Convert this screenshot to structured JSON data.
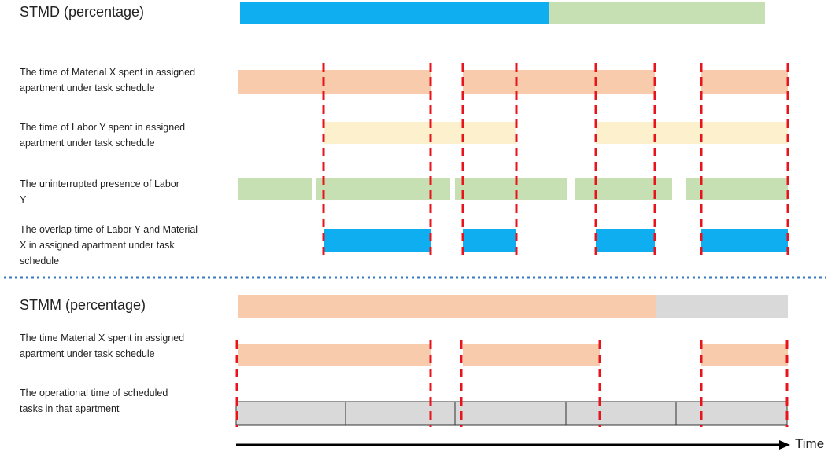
{
  "colors": {
    "blue": "#0eaef0",
    "green": "#c6e0b4",
    "peach": "#f8cbad",
    "cream": "#fdf0cd",
    "gray": "#d9d9d9",
    "red_dash": "#e8141b",
    "dotted_divider": "#3a78c6"
  },
  "stmd": {
    "title": "STMD (percentage)",
    "rows": [
      "The time of Material X spent in assigned apartment under task schedule",
      "The time of Labor Y spent in assigned apartment under task schedule",
      "The uninterrupted presence of Labor Y",
      "The overlap time of Labor Y and Material X in assigned apartment under task schedule"
    ]
  },
  "stmm": {
    "title": "STMM (percentage)",
    "rows": [
      "The time Material X spent in assigned apartment under task schedule",
      "The operational time of scheduled tasks in that apartment"
    ]
  },
  "axis": {
    "time_label": "Time"
  }
}
